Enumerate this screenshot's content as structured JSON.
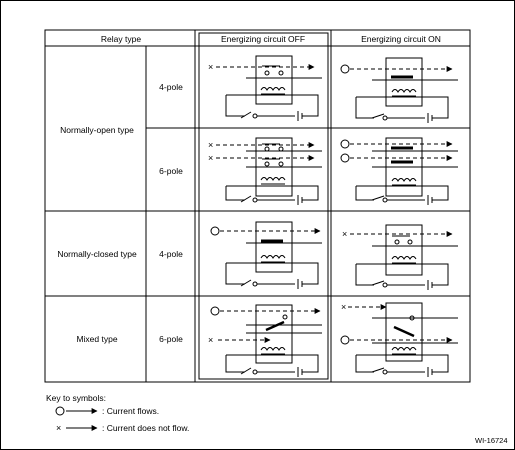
{
  "header": {
    "relay_type": "Relay type",
    "off": "Energizing circuit OFF",
    "on": "Energizing circuit ON"
  },
  "rows": [
    {
      "type": "Normally-open type",
      "pole": "4-pole"
    },
    {
      "type": "",
      "pole": "6-pole"
    },
    {
      "type": "Normally-closed type",
      "pole": "4-pole"
    },
    {
      "type": "Mixed type",
      "pole": "6-pole"
    }
  ],
  "legend": {
    "title": "Key to symbols:",
    "flows": ": Current flows.",
    "not_flows": ": Current does not flow."
  },
  "figure_id": "WI-16724"
}
